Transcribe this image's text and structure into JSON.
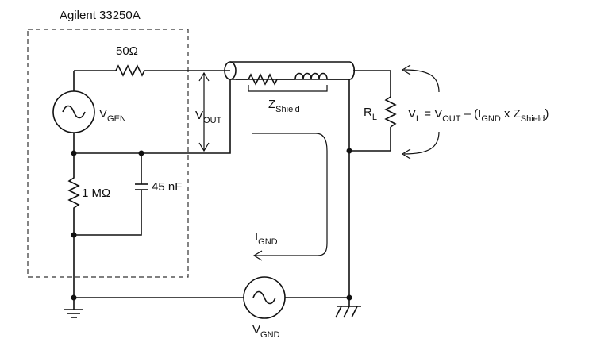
{
  "labels": {
    "instrument": "Agilent 33250A",
    "r_series": "50Ω",
    "vgen_main": "V",
    "vgen_sub": "GEN",
    "vout_main": "V",
    "vout_sub": "OUT",
    "zshield_main": "Z",
    "zshield_sub": "Shield",
    "rl_main": "R",
    "rl_sub": "L",
    "r_internal": "1 MΩ",
    "c_internal": "45 nF",
    "ignd_main": "I",
    "ignd_sub": "GND",
    "vgnd_main": "V",
    "vgnd_sub": "GND",
    "eq_vl_main": "V",
    "eq_vl_sub": "L",
    "eq_part1": " = V",
    "eq_out_sub": "OUT",
    "eq_part2": " – (I",
    "eq_gnd_sub": "GND",
    "eq_part3": " x Z",
    "eq_shield_sub": "Shield",
    "eq_part4": ")"
  },
  "colors": {
    "line": "#111111",
    "background": "#ffffff"
  }
}
